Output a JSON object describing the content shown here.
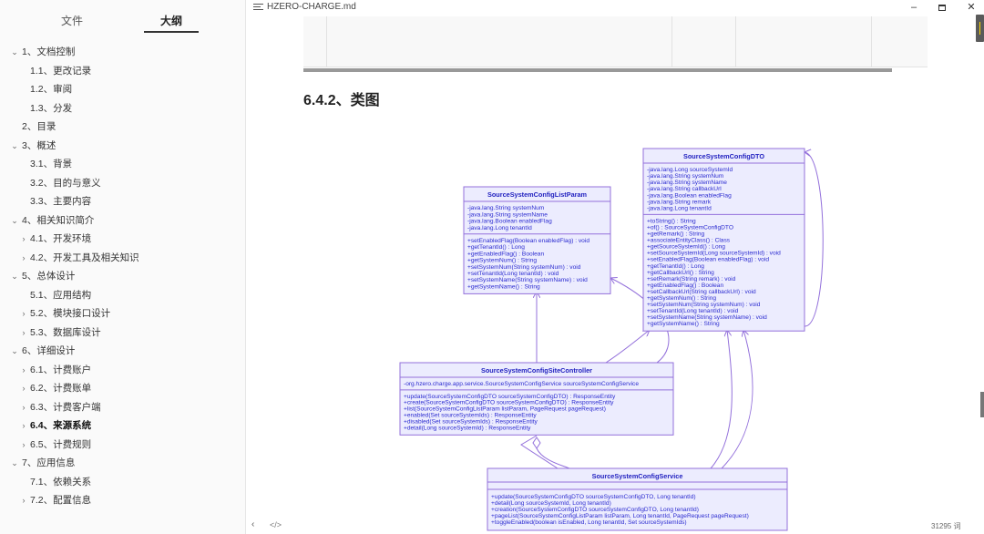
{
  "sidebar": {
    "tabs": {
      "files": "文件",
      "outline": "大纲"
    },
    "items": [
      {
        "label": "1、文档控制",
        "level": 0,
        "arrow": "⌄"
      },
      {
        "label": "1.1、更改记录",
        "level": 1,
        "arrow": ""
      },
      {
        "label": "1.2、审阅",
        "level": 1,
        "arrow": ""
      },
      {
        "label": "1.3、分发",
        "level": 1,
        "arrow": ""
      },
      {
        "label": "2、目录",
        "level": 0,
        "arrow": ""
      },
      {
        "label": "3、概述",
        "level": 0,
        "arrow": "⌄"
      },
      {
        "label": "3.1、背景",
        "level": 1,
        "arrow": ""
      },
      {
        "label": "3.2、目的与意义",
        "level": 1,
        "arrow": ""
      },
      {
        "label": "3.3、主要内容",
        "level": 1,
        "arrow": ""
      },
      {
        "label": "4、相关知识简介",
        "level": 0,
        "arrow": "⌄"
      },
      {
        "label": "4.1、开发环境",
        "level": 1,
        "arrow": "›"
      },
      {
        "label": "4.2、开发工具及相关知识",
        "level": 1,
        "arrow": "›"
      },
      {
        "label": "5、总体设计",
        "level": 0,
        "arrow": "⌄"
      },
      {
        "label": "5.1、应用结构",
        "level": 1,
        "arrow": ""
      },
      {
        "label": "5.2、模块接口设计",
        "level": 1,
        "arrow": "›"
      },
      {
        "label": "5.3、数据库设计",
        "level": 1,
        "arrow": "›"
      },
      {
        "label": "6、详细设计",
        "level": 0,
        "arrow": "⌄"
      },
      {
        "label": "6.1、计费账户",
        "level": 1,
        "arrow": "›"
      },
      {
        "label": "6.2、计费账单",
        "level": 1,
        "arrow": "›"
      },
      {
        "label": "6.3、计费客户端",
        "level": 1,
        "arrow": "›"
      },
      {
        "label": "6.4、来源系统",
        "level": 1,
        "arrow": "›",
        "active": true
      },
      {
        "label": "6.5、计费规则",
        "level": 1,
        "arrow": "›"
      },
      {
        "label": "7、应用信息",
        "level": 0,
        "arrow": "⌄"
      },
      {
        "label": "7.1、依赖关系",
        "level": 1,
        "arrow": ""
      },
      {
        "label": "7.2、配置信息",
        "level": 1,
        "arrow": "›"
      }
    ]
  },
  "window": {
    "title": "HZERO-CHARGE.md",
    "minimize": "–",
    "close": "✕"
  },
  "main": {
    "heading": "6.4.2、类图",
    "footer_nav": "‹",
    "footer_code": "</>",
    "word_count": "31295 词"
  },
  "colors": {
    "class_fill": "#ececfe",
    "class_stroke": "#9370db",
    "class_text": "#2b2bd0",
    "title_text": "#2222c0"
  },
  "diagram": {
    "classes": [
      {
        "id": "listparam",
        "name": "SourceSystemConfigListParam",
        "fields": [
          "-java.lang.String systemNum",
          "-java.lang.String systemName",
          "-java.lang.Boolean enabledFlag",
          "-java.lang.Long tenantId"
        ],
        "methods": [
          "+setEnabledFlag(Boolean enabledFlag) : void",
          "+getTenantId() : Long",
          "+getEnabledFlag() : Boolean",
          "+getSystemNum() : String",
          "+setSystemNum(String systemNum) : void",
          "+setTenantId(Long tenantId) : void",
          "+setSystemName(String systemName) : void",
          "+getSystemName() : String"
        ]
      },
      {
        "id": "dto",
        "name": "SourceSystemConfigDTO",
        "fields": [
          "-java.lang.Long sourceSystemId",
          "-java.lang.String systemNum",
          "-java.lang.String systemName",
          "-java.lang.String callbackUrl",
          "-java.lang.Boolean enabledFlag",
          "-java.lang.String remark",
          "-java.lang.Long tenantId"
        ],
        "methods": [
          "+toString() : String",
          "+of() : SourceSystemConfigDTO",
          "+getRemark() : String",
          "+associateEntityClass() : Class",
          "+getSourceSystemId() : Long",
          "+setSourceSystemId(Long sourceSystemId) : void",
          "+setEnabledFlag(Boolean enabledFlag) : void",
          "+getTenantId() : Long",
          "+getCallbackUrl() : String",
          "+setRemark(String remark) : void",
          "+getEnabledFlag() : Boolean",
          "+setCallbackUrl(String callbackUrl) : void",
          "+getSystemNum() : String",
          "+setSystemNum(String systemNum) : void",
          "+setTenantId(Long tenantId) : void",
          "+setSystemName(String systemName) : void",
          "+getSystemName() : String"
        ]
      },
      {
        "id": "controller",
        "name": "SourceSystemConfigSiteController",
        "fields": [
          "-org.hzero.charge.app.service.SourceSystemConfigService sourceSystemConfigService"
        ],
        "methods": [
          "+update(SourceSystemConfigDTO sourceSystemConfigDTO) : ResponseEntity",
          "+create(SourceSystemConfigDTO sourceSystemConfigDTO) : ResponseEntity",
          "+list(SourceSystemConfigListParam listParam, PageRequest pageRequest)",
          "+enabled(Set sourceSystemIds) : ResponseEntity",
          "+disabled(Set sourceSystemIds) : ResponseEntity",
          "+detail(Long sourceSystemId) : ResponseEntity"
        ]
      },
      {
        "id": "service",
        "name": "SourceSystemConfigService",
        "fields": [],
        "methods": [
          "+update(SourceSystemConfigDTO sourceSystemConfigDTO, Long tenantId)",
          "+detail(Long sourceSystemId, Long tenantId)",
          "+creation(SourceSystemConfigDTO sourceSystemConfigDTO, Long tenantId)",
          "+pageList(SourceSystemConfigListParam listParam, Long tenantId, PageRequest pageRequest)",
          "+toggleEnabled(boolean isEnabled, Long tenantId, Set sourceSystemIds)"
        ]
      }
    ]
  }
}
